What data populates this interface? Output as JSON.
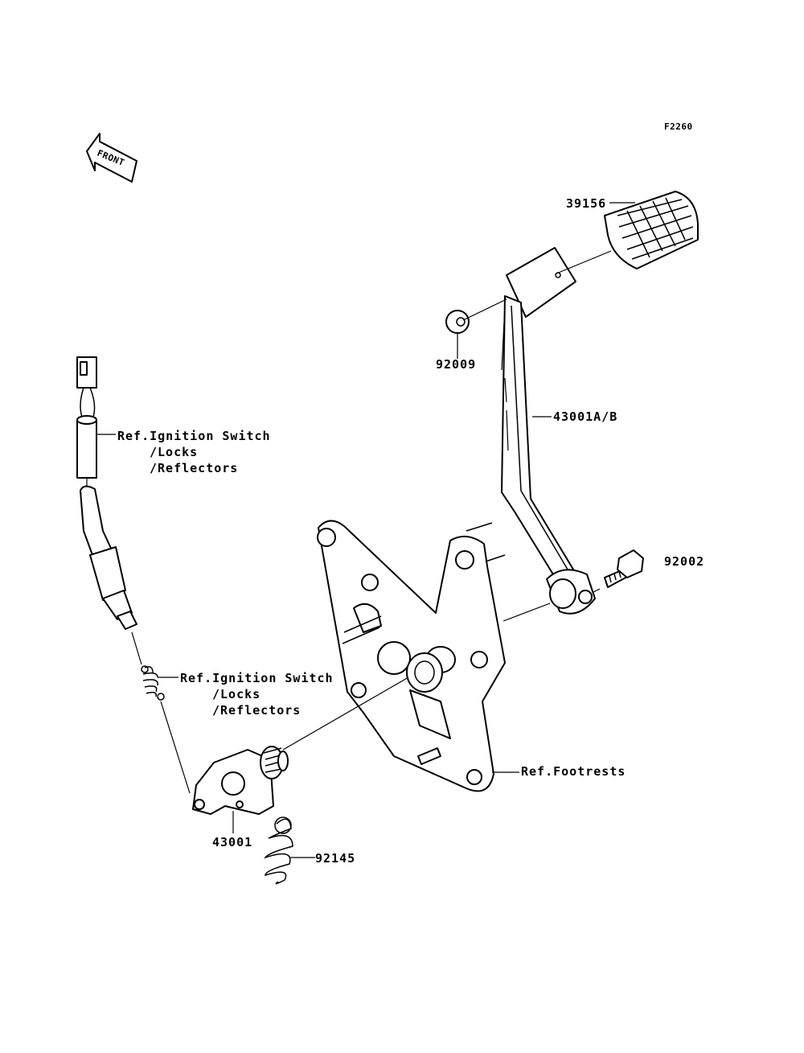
{
  "figure_code": "F2260",
  "front_arrow_label": "FRONT",
  "callouts": {
    "pedal_pad": "39156",
    "washer": "92009",
    "brake_pedal": "43001A/B",
    "bolt": "92002",
    "arm": "43001",
    "spring": "92145"
  },
  "references": {
    "switch_upper": [
      "Ref.Ignition Switch",
      "/Locks",
      "/Reflectors"
    ],
    "switch_lower": [
      "Ref.Ignition Switch",
      "/Locks",
      "/Reflectors"
    ],
    "footrests": "Ref.Footrests"
  }
}
